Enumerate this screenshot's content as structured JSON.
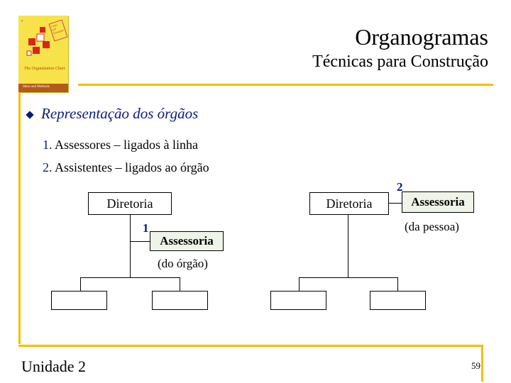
{
  "header": {
    "title": "Organogramas",
    "subtitle": "Técnicas para Construção"
  },
  "book_cover": {
    "title": "The Organization Chart",
    "band_text": "Ideas and Methods",
    "stamp_text": "Cases and Examples"
  },
  "main": {
    "heading": "Representação dos órgãos",
    "items": [
      {
        "num": "1.",
        "text": " Assessores – ligados à linha"
      },
      {
        "num": "2.",
        "text": " Assistentes – ligados ao órgão"
      }
    ]
  },
  "diagram_left": {
    "top_box": "Diretoria",
    "marker": "1",
    "assessoria_box": "Assessoria",
    "caption": "(do órgão)"
  },
  "diagram_right": {
    "top_box": "Diretoria",
    "marker": "2",
    "assessoria_box": "Assessoria",
    "caption": "(da pessoa)"
  },
  "footer": {
    "unit": "Unidade 2",
    "page_number": "59"
  },
  "colors": {
    "accent_yellow": "#f0c000",
    "heading_blue": "#0a1a80",
    "assessoria_fill": "#eff4e8"
  }
}
